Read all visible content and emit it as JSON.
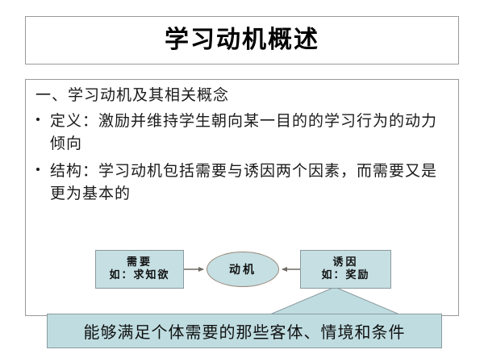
{
  "slide": {
    "title": "学习动机概述",
    "heading": "一、学习动机及其相关概念",
    "bullets": [
      "定义：激励并维持学生朝向某一目的的学习行为的动力倾向",
      "结构：学习动机包括需要与诱因两个因素，而需要又是更为基本的"
    ]
  },
  "diagram": {
    "need_box": {
      "line1": "需要",
      "line2": "如：求知欲"
    },
    "motive_ellipse": {
      "label": "动机"
    },
    "incentive_box": {
      "line1": "诱因",
      "line2": "如：奖励"
    },
    "callout": {
      "text": "能够满足个体需要的那些客体、情境和条件"
    },
    "colors": {
      "box_fill": "#c5dfe3",
      "box_border": "#8a9a9f",
      "ellipse_border": "#9a8878",
      "callout_fill": "#bfdde1",
      "arrow": "#6f6a63",
      "frame_border": "#9a9a9a"
    }
  }
}
